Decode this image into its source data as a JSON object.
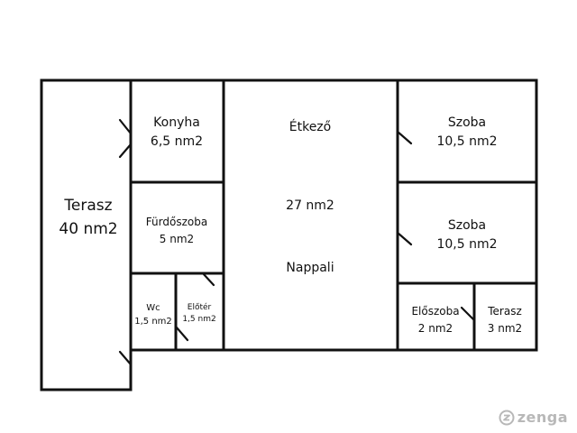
{
  "rooms": {
    "terasz_big": {
      "name": "Terasz",
      "area": "40 nm2"
    },
    "konyha": {
      "name": "Konyha",
      "area": "6,5 nm2"
    },
    "furdoszoba": {
      "name": "Fürdőszoba",
      "area": "5 nm2"
    },
    "wc": {
      "name": "Wc",
      "area": "1,5 nm2"
    },
    "eloter": {
      "name": "Előtér",
      "area": "1,5 nm2"
    },
    "nappali": {
      "name_top": "Étkező",
      "area": "27 nm2",
      "name_bottom": "Nappali"
    },
    "szoba_1": {
      "name": "Szoba",
      "area": "10,5 nm2"
    },
    "szoba_2": {
      "name": "Szoba",
      "area": "10,5 nm2"
    },
    "eloszoba": {
      "name": "Előszoba",
      "area": "2 nm2"
    },
    "terasz_small": {
      "name": "Terasz",
      "area": "3 nm2"
    }
  },
  "watermark": {
    "text": "zenga"
  }
}
